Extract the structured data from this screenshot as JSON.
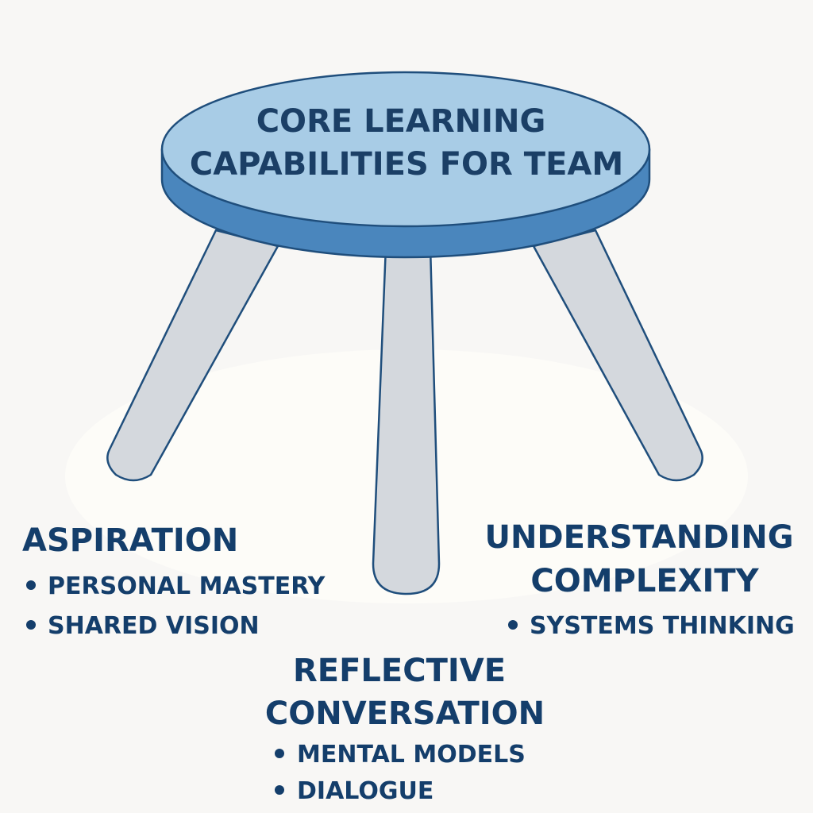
{
  "stool": {
    "seat_lines": [
      "CORE LEARNING",
      "CAPABILITIES FOR TEAM"
    ]
  },
  "legs": {
    "left": {
      "heading_lines": [
        "ASPIRATION"
      ],
      "items": [
        "PERSONAL MASTERY",
        "SHARED VISION"
      ]
    },
    "center": {
      "heading_lines": [
        "REFLECTIVE",
        "CONVERSATION"
      ],
      "items": [
        "MENTAL MODELS",
        "DIALOGUE"
      ]
    },
    "right": {
      "heading_lines": [
        "UNDERSTANDING",
        "COMPLEXITY"
      ],
      "items": [
        "SYSTEMS THINKING"
      ]
    }
  },
  "colors": {
    "background": "#f8f7f5",
    "floor_glow": "#fdfcf8",
    "seat_top": "#a8cce6",
    "seat_side": "#4a86bd",
    "outline": "#1f4e7c",
    "leg_fill": "#d4d8dd",
    "text": "#143e6b"
  }
}
